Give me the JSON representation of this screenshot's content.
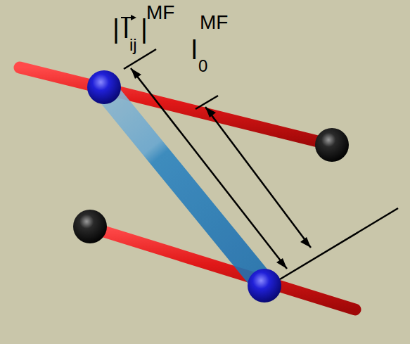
{
  "diagram": {
    "labels": [
      "|",
      "l",
      "ij",
      "|",
      "MF",
      "l",
      "0",
      "MF"
    ]
  }
}
